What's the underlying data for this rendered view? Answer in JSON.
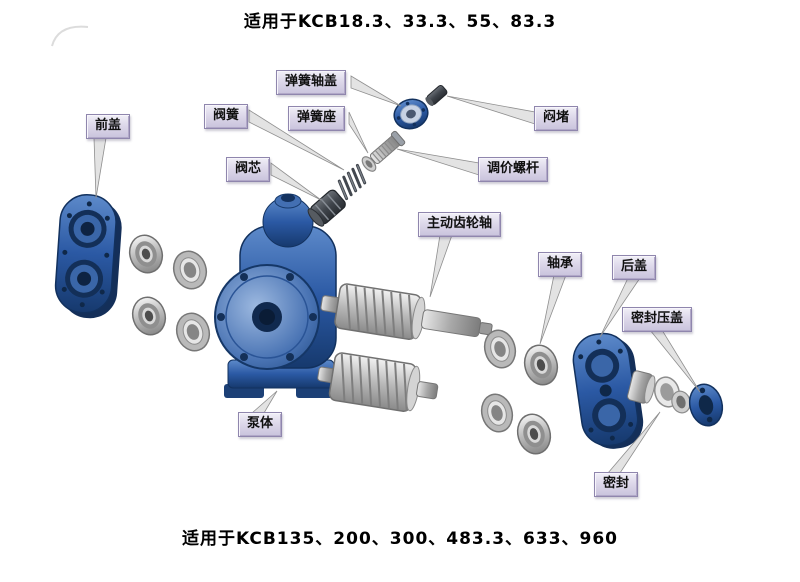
{
  "titles": {
    "top": "适用于KCB18.3、33.3、55、83.3",
    "bottom": "适用于KCB135、200、300、483.3、633、960"
  },
  "labels": {
    "front_cover": "前盖",
    "spring_shaft_cover": "弹簧轴盖",
    "valve_spring": "阀簧",
    "spring_seat": "弹簧座",
    "plug": "闷堵",
    "valve_core": "阀芯",
    "adjusting_screw": "调价螺杆",
    "driving_gear_shaft": "主动齿轮轴",
    "bearing": "轴承",
    "rear_cover": "后盖",
    "seal_gland": "密封压盖",
    "pump_body": "泵体",
    "seal": "密封"
  },
  "colors": {
    "pump_blue": "#2b5ca7",
    "label_background": "#d9d4e8",
    "label_border": "#8f86ad",
    "metal_gray": "#b9b9b9",
    "background": "#ffffff"
  }
}
